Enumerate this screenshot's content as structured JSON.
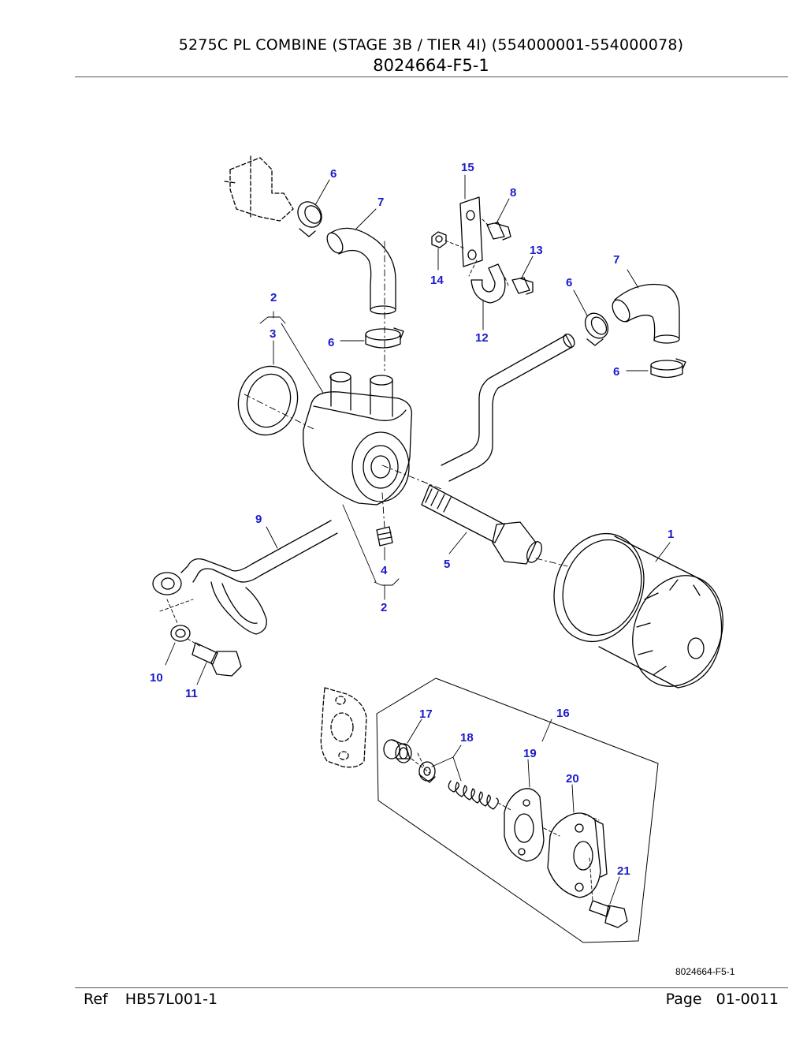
{
  "header": {
    "title": "5275C PL COMBINE (STAGE 3B / TIER 4I) (554000001-554000078)",
    "code": "8024664-F5-1"
  },
  "diagram": {
    "callouts": [
      "1",
      "2",
      "2",
      "3",
      "4",
      "5",
      "6",
      "6",
      "6",
      "6",
      "7",
      "7",
      "8",
      "9",
      "10",
      "11",
      "12",
      "13",
      "14",
      "15",
      "16",
      "17",
      "18",
      "19",
      "20",
      "21"
    ],
    "figure_code": "8024664-F5-1"
  },
  "footer": {
    "ref_label": "Ref",
    "ref_value": "HB57L001-1",
    "page_label": "Page",
    "page_value": "01-0011"
  }
}
